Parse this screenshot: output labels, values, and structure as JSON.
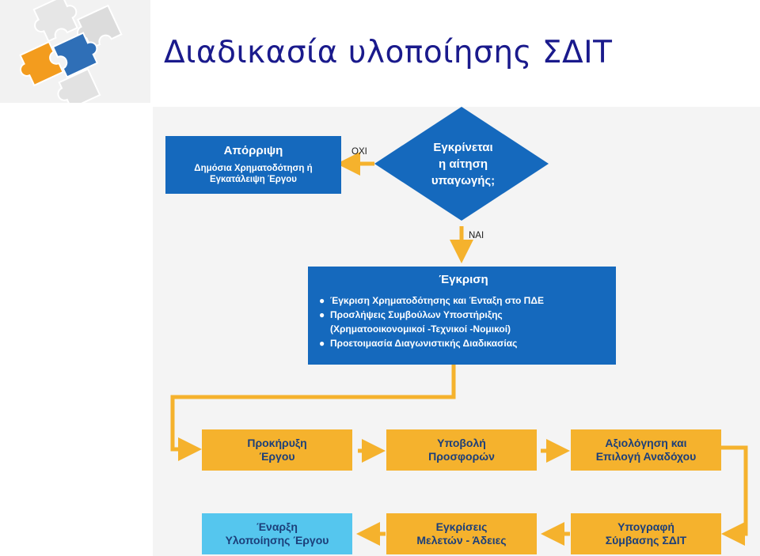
{
  "title": "Διαδικασία υλοποίησης ΣΔΙΤ",
  "colors": {
    "blue": "#1569bd",
    "orange": "#f5b22d",
    "light_blue": "#55c6ee",
    "arrow": "#f5b22d",
    "title": "#1a1a8c"
  },
  "flow": {
    "decision": {
      "line1": "Εγκρίνεται",
      "line2": "η αίτηση",
      "line3": "υπαγωγής;"
    },
    "no_label": "ΟΧΙ",
    "yes_label": "ΝΑΙ",
    "reject": {
      "heading": "Απόρριψη",
      "line1": "Δημόσια Χρηματοδότηση ή",
      "line2": "Εγκατάλειψη Έργου"
    },
    "approve": {
      "heading": "Έγκριση",
      "items": [
        "Έγκριση Χρηματοδότησης και Ένταξη στο ΠΔΕ",
        "Προσλήψεις Συμβούλων Υποστήριξης",
        "(Χρηματοοικονομικοί -Τεχνικοί -Νομικοί)",
        "Προετοιμασία Διαγωνιστικής Διαδικασίας"
      ]
    },
    "steps": [
      {
        "line1": "Προκήρυξη",
        "line2": "Έργου"
      },
      {
        "line1": "Υποβολή",
        "line2": "Προσφορών"
      },
      {
        "line1": "Αξιολόγηση και",
        "line2": "Επιλογή Αναδόχου"
      },
      {
        "line1": "Υπογραφή",
        "line2": "Σύμβασης ΣΔΙΤ"
      },
      {
        "line1": "Εγκρίσεις",
        "line2": "Μελετών - Άδειες"
      },
      {
        "line1": "Έναρξη",
        "line2": "Υλοποίησης Έργου"
      }
    ]
  }
}
